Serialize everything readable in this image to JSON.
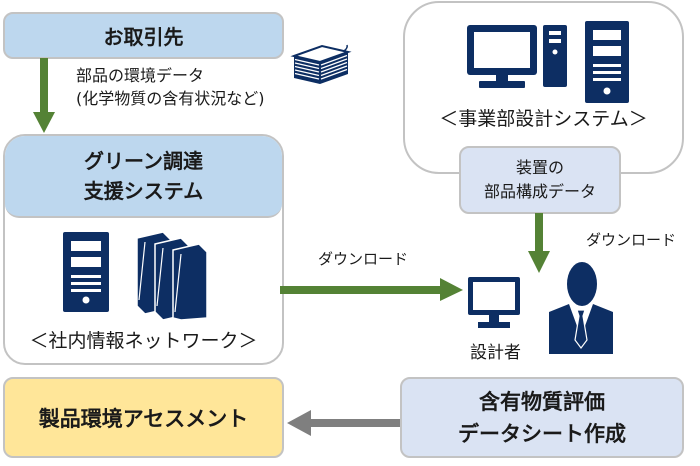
{
  "colors": {
    "header_blue": "#bdd7ee",
    "light_blue": "#dae3f3",
    "yellow": "#ffe699",
    "icon_navy": "#0d2e63",
    "arrow_green": "#548235",
    "arrow_gray": "#7f7f7f",
    "border_gray": "#c3c3c3"
  },
  "supplier": {
    "title": "お取引先",
    "data_label_line1": "部品の環境データ",
    "data_label_line2": "(化学物質の含有状況など)",
    "icon": "document-stack-icon"
  },
  "green_procurement": {
    "title_line1": "グリーン調達",
    "title_line2": "支援システム",
    "network_label": "＜社内情報ネットワーク＞",
    "icons": [
      "server-tower-icon",
      "file-binders-icon"
    ]
  },
  "design_system": {
    "label": "＜事業部設計システム＞",
    "icons": [
      "desktop-monitor-icon",
      "pc-tower-icon",
      "server-tower-icon"
    ],
    "sub_box_line1": "装置の",
    "sub_box_line2": "部品構成データ"
  },
  "flows": {
    "download_1": "ダウンロード",
    "download_2": "ダウンロード"
  },
  "designer": {
    "label": "設計者",
    "icons": [
      "monitor-icon",
      "person-icon"
    ]
  },
  "outputs": {
    "assessment": "製品環境アセスメント",
    "datasheet_line1": "含有物質評価",
    "datasheet_line2": "データシート作成"
  }
}
